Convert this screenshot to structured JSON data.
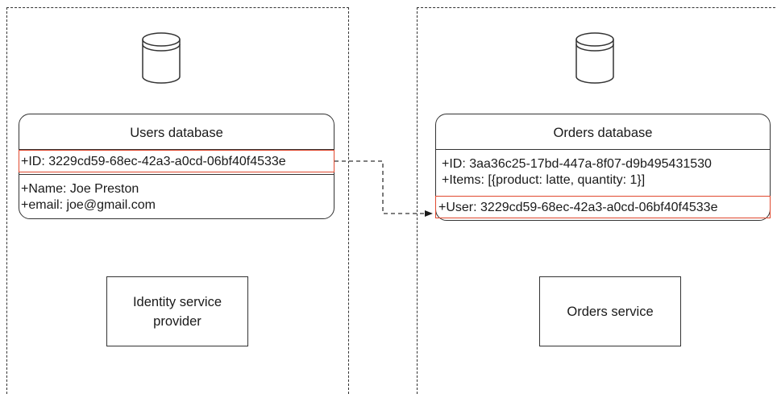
{
  "users_db": {
    "title": "Users database",
    "id_field": "+ID: 3229cd59-68ec-42a3-a0cd-06bf40f4533e",
    "name_field": "+Name: Joe Preston",
    "email_field": "+email: joe@gmail.com"
  },
  "orders_db": {
    "title": "Orders database",
    "id_field": "+ID: 3aa36c25-17bd-447a-8f07-d9b495431530",
    "items_field": "+Items: [{product: latte, quantity: 1}]",
    "user_field": "+User: 3229cd59-68ec-42a3-a0cd-06bf40f4533e"
  },
  "services": {
    "identity_line1": "Identity service",
    "identity_line2": "provider",
    "orders": "Orders service"
  },
  "colors": {
    "highlight": "#e0492f",
    "stroke": "#333333"
  },
  "icons": {
    "database": "database-cylinder-icon"
  }
}
